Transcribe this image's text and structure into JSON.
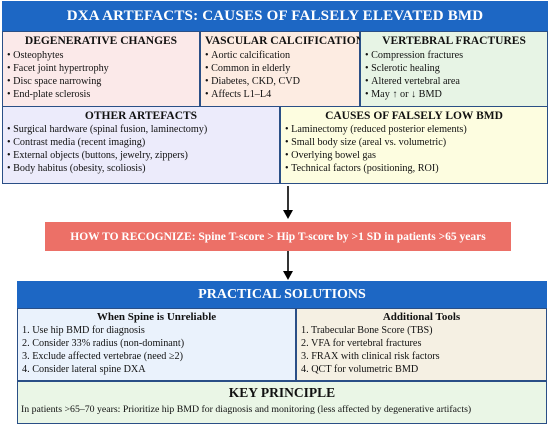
{
  "title": "DXA ARTEFACTS: CAUSES OF FALSELY ELEVATED BMD",
  "top_row": [
    {
      "heading": "DEGENERATIVE CHANGES",
      "items": [
        "Osteophytes",
        "Facet joint hypertrophy",
        "Disc space narrowing",
        "End-plate sclerosis"
      ]
    },
    {
      "heading": "VASCULAR CALCIFICATION",
      "items": [
        "Aortic calcification",
        "Common in elderly",
        "Diabetes, CKD, CVD",
        "Affects L1–L4"
      ]
    },
    {
      "heading": "VERTEBRAL FRACTURES",
      "items": [
        "Compression fractures",
        "Sclerotic healing",
        "Altered vertebral area",
        "May ↑ or ↓ BMD"
      ]
    }
  ],
  "other_artefacts": {
    "heading": "OTHER ARTEFACTS",
    "items": [
      "Surgical hardware (spinal fusion, laminectomy)",
      "Contrast media (recent imaging)",
      "External objects (buttons, jewelry, zippers)",
      "Body habitus (obesity, scoliosis)"
    ]
  },
  "falsely_low": {
    "heading": "CAUSES OF FALSELY LOW BMD",
    "items": [
      "Laminectomy (reduced posterior elements)",
      "Small body size (areal vs. volumetric)",
      "Overlying bowel gas",
      "Technical factors (positioning, ROI)"
    ]
  },
  "recognize": "HOW TO RECOGNIZE: Spine T-score > Hip T-score by >1 SD in patients >65 years",
  "solutions": {
    "title": "PRACTICAL SOLUTIONS",
    "left": {
      "heading": "When Spine is Unreliable",
      "items": [
        "1. Use hip BMD for diagnosis",
        "2. Consider 33% radius (non-dominant)",
        "3. Exclude affected vertebrae (need ≥2)",
        "4. Consider lateral spine DXA"
      ]
    },
    "right": {
      "heading": "Additional Tools",
      "items": [
        "1. Trabecular Bone Score (TBS)",
        "2. VFA for vertebral fractures",
        "3. FRAX with clinical risk factors",
        "4. QCT for volumetric BMD"
      ]
    }
  },
  "key_principle": {
    "title": "KEY PRINCIPLE",
    "text": "In patients >65–70 years: Prioritize hip BMD for diagnosis and monitoring (less affected by degenerative artifacts)"
  },
  "colors": {
    "banner_blue": "#1d67c4",
    "recognize_red": "#ec7067",
    "degenerative_bg": "#fbe9e9",
    "vascular_bg": "#fdece2",
    "fractures_bg": "#e7f4e5",
    "other_bg": "#ecebfb",
    "low_bg": "#fdfde0",
    "solutions_left_bg": "#eaf2fc",
    "solutions_right_bg": "#f5f0e3",
    "key_bg": "#eaf6e6"
  }
}
